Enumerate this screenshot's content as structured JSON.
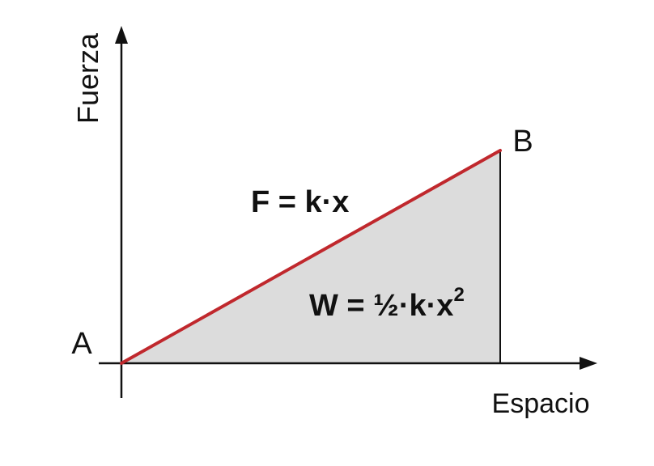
{
  "axes": {
    "y_label": "Fuerza",
    "x_label": "Espacio"
  },
  "points": {
    "start": "A",
    "end": "B"
  },
  "formulas": {
    "force": "F = k·x",
    "work_main": "W = ½·k·x",
    "work_exp": "2"
  },
  "colors": {
    "line": "#c0282d",
    "area": "#dcdcdc",
    "axis": "#111111",
    "text": "#111111"
  }
}
